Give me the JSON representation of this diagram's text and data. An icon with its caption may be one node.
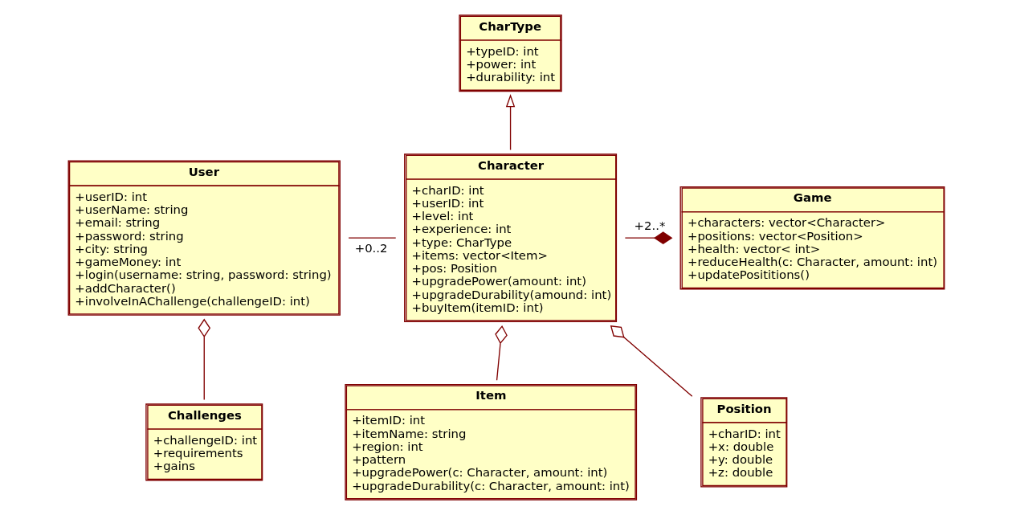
{
  "diagram": {
    "nodes": [
      {
        "text": [
          "CharType",
          "+typeID: int",
          "+power: int",
          "+durability: int"
        ]
      },
      {
        "text": [
          "User",
          "+userID: int",
          "+userName: string",
          "+email: string",
          "+password: string",
          "+city: string",
          "+gameMoney: int",
          "+login(username: string, password: string)",
          "+addCharacter()",
          "+involveInAChallenge(challengeID: int)"
        ]
      },
      {
        "text": [
          "Character",
          "+charID: int",
          "+userID: int",
          "+level: int",
          "+experience: int",
          "+type: CharType",
          "+items: vector<Item>",
          "+pos: Position",
          "+upgradePower(amount: int)",
          "+upgradeDurability(amound: int)",
          "+buyItem(itemID: int)"
        ]
      },
      {
        "text": [
          "Game",
          "+characters: vector<Character>",
          "+positions: vector<Position>",
          "+health: vector< int>",
          "+reduceHealth(c: Character, amount: int)",
          "+updatePosititions()"
        ]
      },
      {
        "text": [
          "Challenges",
          "+challengeID: int",
          "+requirements",
          "+gains"
        ]
      },
      {
        "text": [
          "Item",
          "+itemID: int",
          "+itemName: string",
          "+region: int",
          "+pattern",
          "+upgradePower(c: Character, amount: int)",
          "+upgradeDurability(c: Character, amount: int)"
        ]
      },
      {
        "text": [
          "Position",
          "+charID: int",
          "+x: double",
          "+y: double",
          "+z: double"
        ]
      }
    ],
    "edges": [
      {
        "from": 2,
        "to": 0,
        "arrow": "to"
      },
      {
        "from": 1,
        "to": 2,
        "arrow": "none",
        "label": "+0..2"
      },
      {
        "from": 2,
        "to": 3,
        "arrow": "other",
        "label": "+2..*"
      },
      {
        "from": 4,
        "to": 1,
        "arrow": "other"
      },
      {
        "from": 5,
        "to": 2,
        "arrow": "other"
      },
      {
        "from": 6,
        "to": 2,
        "arrow": "other"
      }
    ]
  }
}
